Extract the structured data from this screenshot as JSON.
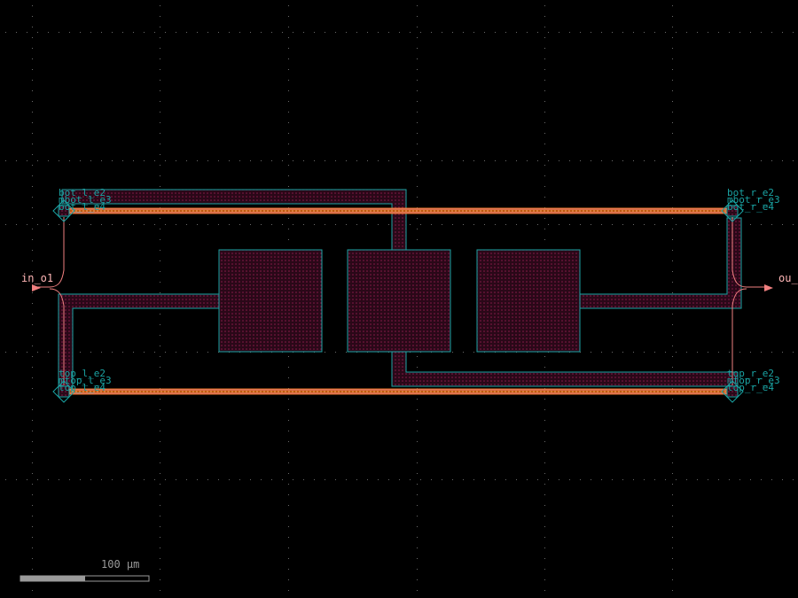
{
  "colors": {
    "background": "#000000",
    "grid": "#6a6a6a",
    "metal_outline": "#1aa3a3",
    "metal_fill": "#3a0a24",
    "waveguide": "#f08080",
    "heater": "#e07020",
    "port_label": "#ffb6b6"
  },
  "ports": {
    "input": "in_o1",
    "output": "ou_"
  },
  "pad_labels": {
    "top_left": [
      "bot_l_e2",
      "mbot_l_e3",
      "bot_l_e4"
    ],
    "top_right": [
      "bot_r_e2",
      "mbot_r_e3",
      "bot_r_e4"
    ],
    "bottom_left": [
      "top_l_e2",
      "mtop_l_e3",
      "top_l_e4"
    ],
    "bottom_right": [
      "top_r_e2",
      "mtop_r_e3",
      "top_r_e4"
    ]
  },
  "scale_bar": {
    "label": "100 µm"
  }
}
